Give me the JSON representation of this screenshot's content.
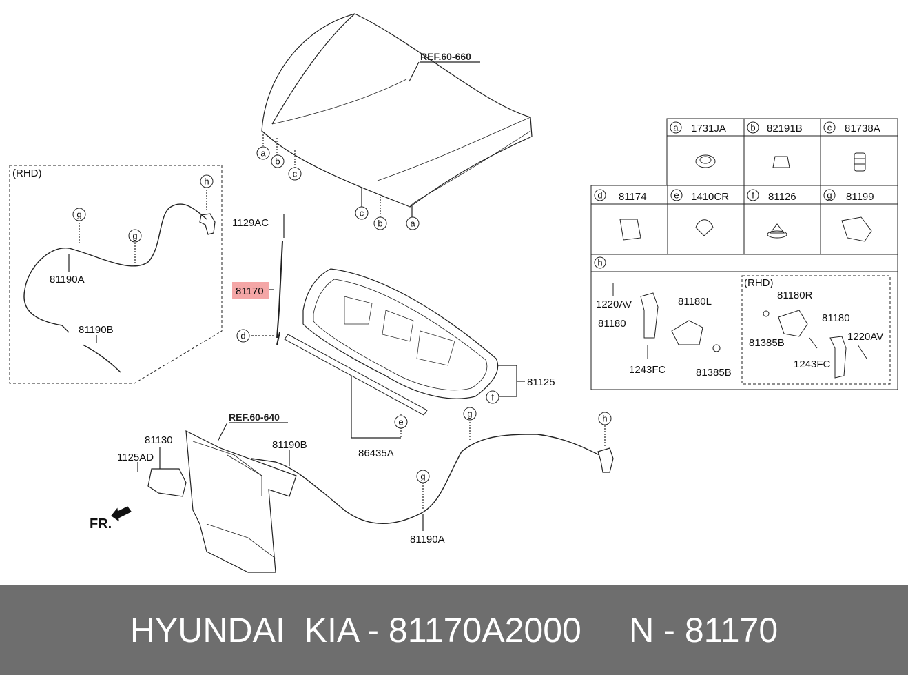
{
  "refs": {
    "hood": "REF.60-660",
    "frame": "REF.60-640"
  },
  "labels": {
    "rhd_left": "(RHD)",
    "p_81190A_left": "81190A",
    "p_81190B_left": "81190B",
    "p_1129AC": "1129AC",
    "p_81170": "81170",
    "p_81125": "81125",
    "p_86435A": "86435A",
    "p_81130": "81130",
    "p_1125AD": "1125AD",
    "p_81190B_bottom": "81190B",
    "p_81190A_bottom": "81190A",
    "fr": "FR."
  },
  "callouts": {
    "a": "a",
    "b": "b",
    "c": "c",
    "d": "d",
    "e": "e",
    "f": "f",
    "g": "g",
    "h": "h"
  },
  "parts_table": {
    "row1": [
      {
        "key": "a",
        "part": "1731JA"
      },
      {
        "key": "b",
        "part": "82191B"
      },
      {
        "key": "c",
        "part": "81738A"
      }
    ],
    "row2": [
      {
        "key": "d",
        "part": "81174"
      },
      {
        "key": "e",
        "part": "1410CR"
      },
      {
        "key": "f",
        "part": "81126"
      },
      {
        "key": "g",
        "part": "81199"
      }
    ],
    "row3": {
      "key": "h",
      "rhd": "(RHD)",
      "left_parts": {
        "p1": "1220AV",
        "p2": "81180",
        "p3": "81180L",
        "p4": "1243FC",
        "p5": "81385B"
      },
      "right_parts": {
        "p1": "81180R",
        "p2": "81385B",
        "p3": "81180",
        "p4": "1243FC",
        "p5": "1220AV"
      }
    }
  },
  "footer": {
    "brand": "HYUNDAI  KIA - 81170A2000",
    "code": "N - 81170"
  },
  "colors": {
    "highlight": "#f4a6a6",
    "footer_bg": "#6e6e6e",
    "line": "#222222"
  }
}
